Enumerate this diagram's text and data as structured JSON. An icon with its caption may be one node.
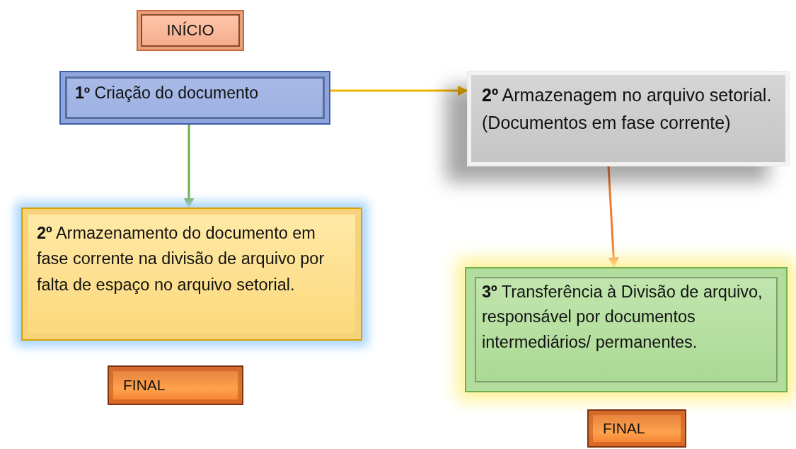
{
  "diagram": {
    "nodes": [
      {
        "text": [
          "INÍCIO"
        ]
      },
      {
        "text": [
          "**1º** Criação do documento"
        ]
      },
      {
        "text": [
          "**2º** Armazenagem no arquivo setorial. (Documentos em fase corrente)"
        ]
      },
      {
        "text": [
          "**2º** Armazenamento do documento em fase corrente na divisão de arquivo por falta de espaço no arquivo setorial."
        ]
      },
      {
        "text": [
          "FINAL"
        ]
      },
      {
        "text": [
          "**3º** Transferência à Divisão de arquivo, responsável por documentos intermediários/ permanentes."
        ]
      },
      {
        "text": [
          "FINAL"
        ]
      }
    ],
    "edges": [
      {
        "from": 1,
        "to": 2,
        "arrow": "to",
        "color": "#f0b400"
      },
      {
        "from": 1,
        "to": 3,
        "arrow": "to",
        "color": "#70ad47"
      },
      {
        "from": 2,
        "to": 5,
        "arrow": "to",
        "color": "#ed7d31"
      }
    ]
  }
}
